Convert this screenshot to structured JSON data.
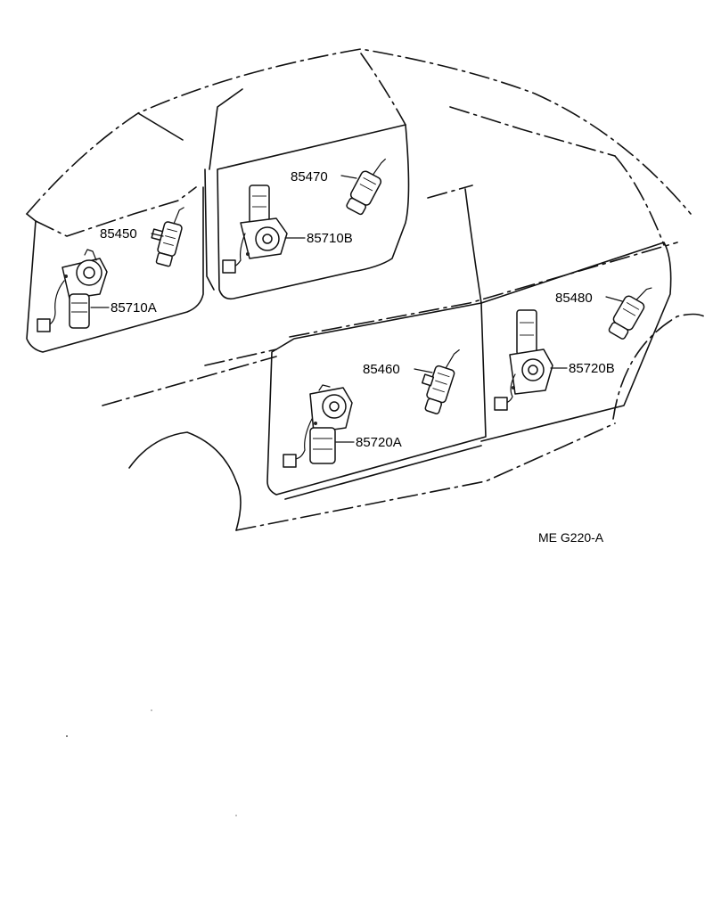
{
  "parts": [
    {
      "id": "85450",
      "label": "85450"
    },
    {
      "id": "85470",
      "label": "85470"
    },
    {
      "id": "85710B",
      "label": "85710B"
    },
    {
      "id": "85710A",
      "label": "85710A"
    },
    {
      "id": "85480",
      "label": "85480"
    },
    {
      "id": "85460",
      "label": "85460"
    },
    {
      "id": "85720B",
      "label": "85720B"
    },
    {
      "id": "85720A",
      "label": "85720A"
    }
  ],
  "figure_code": "ME G220-A"
}
